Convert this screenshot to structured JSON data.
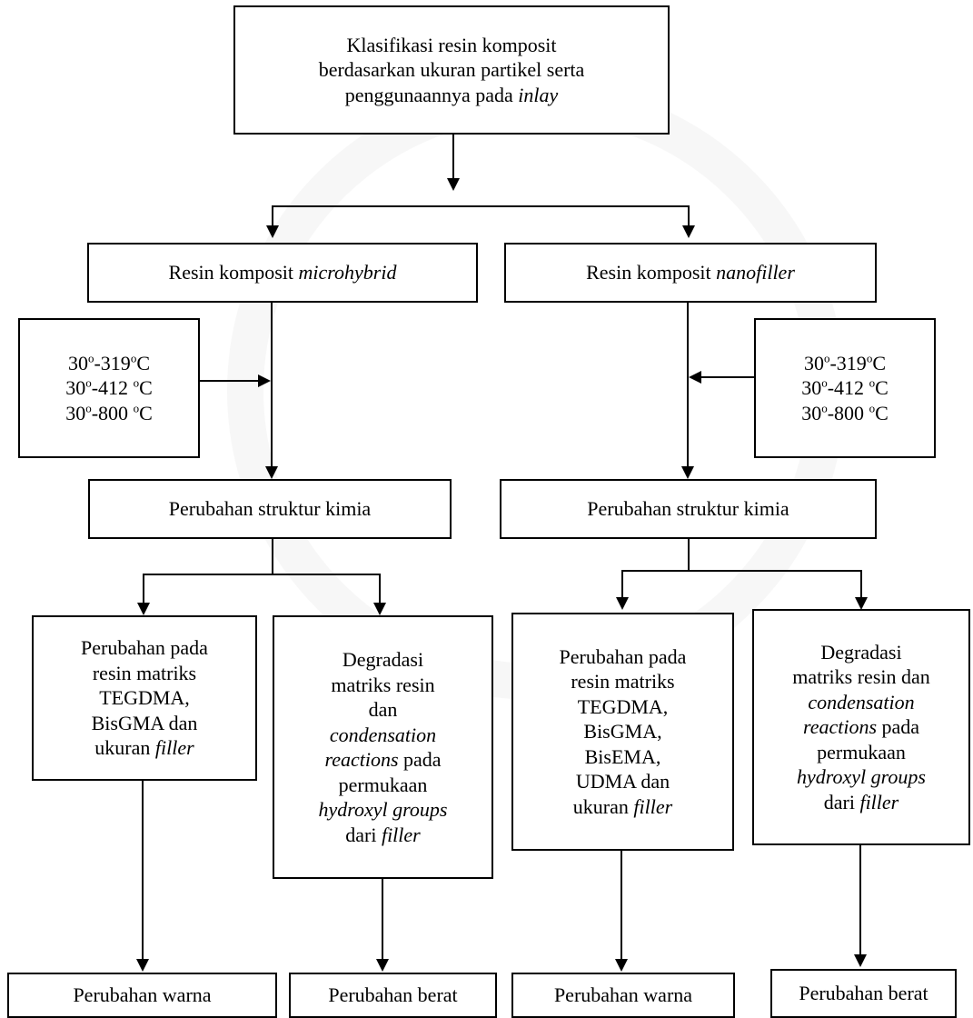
{
  "root": {
    "line1": "Klasifikasi resin komposit",
    "line2": "berdasarkan ukuran partikel serta",
    "line3_plain": "penggunaannya pada ",
    "line3_italic": "inlay"
  },
  "left_branch": {
    "type_plain": "Resin komposit ",
    "type_italic": "microhybrid",
    "temperatures": [
      {
        "start": "30",
        "deg1": "o",
        "mid": "-319",
        "deg2": "o",
        "unit": "C"
      },
      {
        "start": "30",
        "deg1": "o",
        "mid": "-412 ",
        "deg2": "o",
        "unit": "C"
      },
      {
        "start": "30",
        "deg1": "o",
        "mid": "-800 ",
        "deg2": "o",
        "unit": "C"
      }
    ],
    "structure_change": "Perubahan struktur kimia",
    "effect_a": {
      "lines": [
        "Perubahan pada",
        "resin matriks",
        "TEGDMA,",
        "BisGMA dan"
      ],
      "last_plain": "ukuran ",
      "last_italic": "filler"
    },
    "effect_b": {
      "l1": "Degradasi",
      "l2": "matriks resin",
      "l3": "dan",
      "l4_italic": "condensation",
      "l5_italic": "reactions",
      "l5_plain": " pada",
      "l6": "permukaan",
      "l7_italic": "hydroxyl groups",
      "l8_plain": "dari ",
      "l8_italic": "filler"
    },
    "result_a": "Perubahan warna",
    "result_b": "Perubahan berat"
  },
  "right_branch": {
    "type_plain": "Resin komposit ",
    "type_italic": "nanofiller",
    "temperatures": [
      {
        "start": "30",
        "deg1": "o",
        "mid": "-319",
        "deg2": "o",
        "unit": "C"
      },
      {
        "start": "30",
        "deg1": "o",
        "mid": "-412 ",
        "deg2": "o",
        "unit": "C"
      },
      {
        "start": "30",
        "deg1": "o",
        "mid": "-800 ",
        "deg2": "o",
        "unit": "C"
      }
    ],
    "structure_change": "Perubahan struktur kimia",
    "effect_a": {
      "lines": [
        "Perubahan pada",
        "resin matriks",
        "TEGDMA,",
        "BisGMA,",
        "BisEMA,",
        "UDMA dan"
      ],
      "last_plain": "ukuran ",
      "last_italic": "filler"
    },
    "effect_b": {
      "l1": "Degradasi",
      "l2": "matriks resin dan",
      "l3_italic": "condensation",
      "l4_italic": "reactions",
      "l4_plain": " pada",
      "l5": "permukaan",
      "l6_italic": "hydroxyl groups",
      "l7_plain": "dari ",
      "l7_italic": "filler"
    },
    "result_a": "Perubahan warna",
    "result_b": "Perubahan berat"
  }
}
